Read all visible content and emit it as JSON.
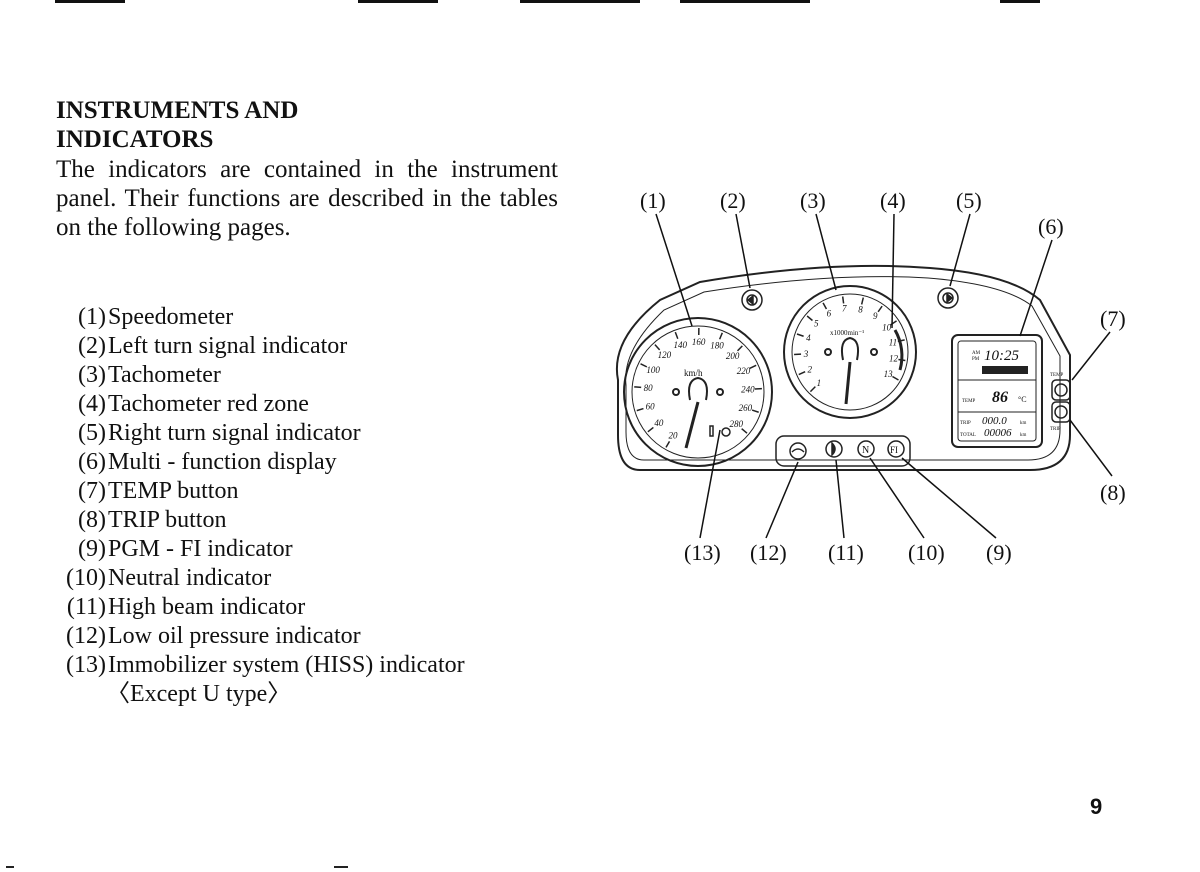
{
  "title_line1": "INSTRUMENTS AND",
  "title_line2": "INDICATORS",
  "intro": "The indicators are contained in the instrument panel. Their functions are described in the tables on the following pages.",
  "legend": [
    {
      "num": "(1)",
      "label": "Speedometer"
    },
    {
      "num": "(2)",
      "label": "Left turn signal indicator"
    },
    {
      "num": "(3)",
      "label": "Tachometer"
    },
    {
      "num": "(4)",
      "label": "Tachometer red zone"
    },
    {
      "num": "(5)",
      "label": "Right turn signal indicator"
    },
    {
      "num": "(6)",
      "label": "Multi - function display"
    },
    {
      "num": "(7)",
      "label": "TEMP button"
    },
    {
      "num": "(8)",
      "label": "TRIP button"
    },
    {
      "num": "(9)",
      "label": "PGM - FI indicator"
    },
    {
      "num": "(10)",
      "label": "Neutral indicator"
    },
    {
      "num": "(11)",
      "label": "High beam indicator"
    },
    {
      "num": "(12)",
      "label": "Low oil pressure indicator"
    },
    {
      "num": "(13)",
      "label": "Immobilizer system (HISS) indicator"
    }
  ],
  "legend_note": "〈Except U type〉",
  "page_number": "9",
  "figure": {
    "callouts": [
      "(1)",
      "(2)",
      "(3)",
      "(4)",
      "(5)",
      "(6)",
      "(7)",
      "(8)",
      "(9)",
      "(10)",
      "(11)",
      "(12)",
      "(13)"
    ],
    "speedo_ticks": [
      "20",
      "40",
      "60",
      "80",
      "100",
      "120",
      "140",
      "160",
      "180",
      "200",
      "220",
      "240",
      "260",
      "280"
    ],
    "speedo_unit": "km/h",
    "tacho_ticks": [
      "1",
      "2",
      "3",
      "4",
      "5",
      "6",
      "7",
      "8",
      "9",
      "10",
      "11",
      "12",
      "13"
    ],
    "tacho_unit": "x1000min⁻¹",
    "display_clock": "10:25",
    "display_temp": "86",
    "display_temp_unit": "°C",
    "display_trip": "000.0",
    "display_total": "00006",
    "display_km": "km",
    "display_odo_label": "TOTAL",
    "display_trip_label": "TRIP",
    "display_am": "AM",
    "display_pm": "PM",
    "display_temp_label": "TEMP",
    "button_temp": "TEMP",
    "button_trip": "TRIP",
    "ind_neutral": "N",
    "ind_fi": "FI"
  }
}
